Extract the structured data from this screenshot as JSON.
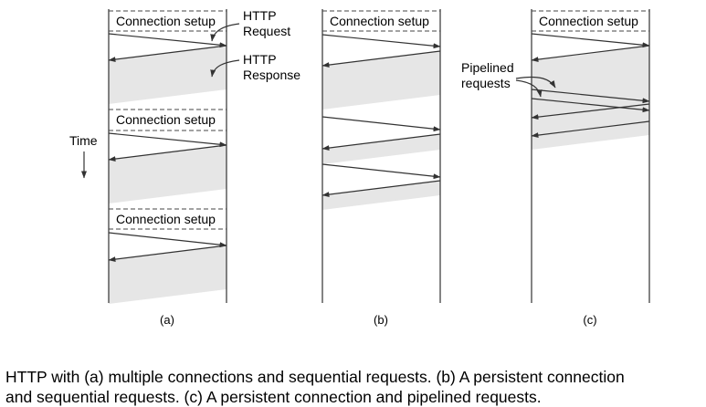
{
  "connection_setup_label": "Connection setup",
  "annotations": {
    "http_request": [
      "HTTP",
      "Request"
    ],
    "http_response": [
      "HTTP",
      "Response"
    ],
    "time": "Time",
    "pipelined": [
      "Pipelined",
      "requests"
    ]
  },
  "panels": {
    "a": {
      "label": "(a)"
    },
    "b": {
      "label": "(b)"
    },
    "c": {
      "label": "(c)"
    }
  },
  "caption": {
    "line1": "HTTP with (a) multiple connections and sequential requests. (b) A persistent connection",
    "line2": "and sequential requests. (c) A persistent connection and pipelined requests."
  },
  "colors": {
    "line": "#333333",
    "shade": "#e6e6e6",
    "dash": "#444444"
  }
}
